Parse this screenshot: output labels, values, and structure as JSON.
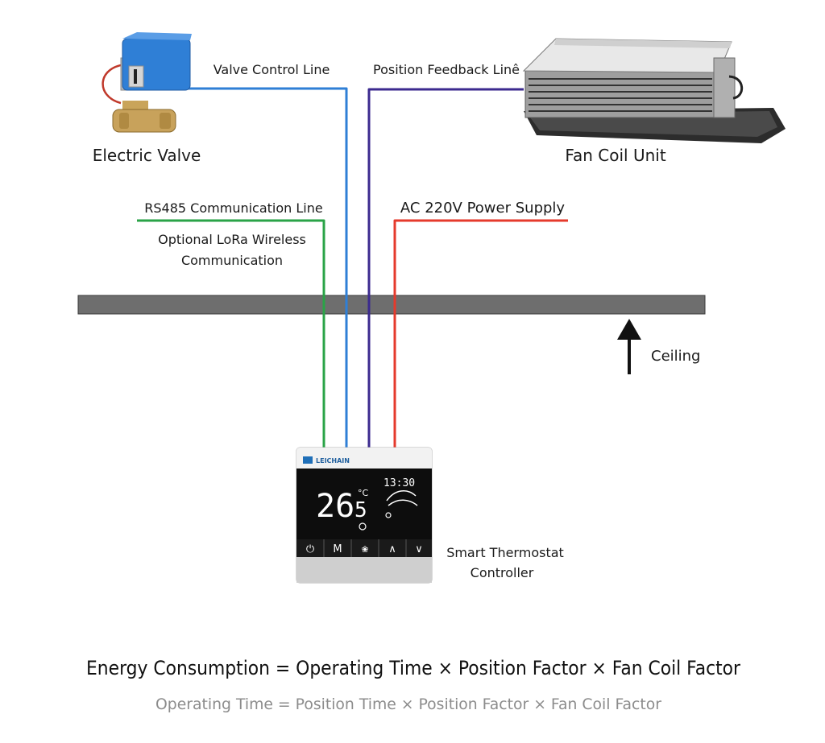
{
  "labels": {
    "electric_valve": "Electric Valve",
    "fan_coil_unit": "Fan Coil Unit",
    "valve_control_line": "Valve Control Line",
    "position_feedback_line": "Position Feedback Linê",
    "rs485_line": "RS485 Communication Line",
    "lora_line1": "Optional LoRa Wireless",
    "lora_line2": "Communication",
    "power_supply": "AC 220V Power Supply",
    "ceiling": "Ceiling",
    "thermostat_line1": "Smart Thermostat",
    "thermostat_line2": "Controller"
  },
  "thermostat": {
    "brand": "LEICHAIN",
    "temperature_int": "26",
    "temperature_dec": "5",
    "unit": "°C",
    "clock": "13:30",
    "buttons": [
      "⏻",
      "M",
      "❀",
      "∧",
      "∨"
    ]
  },
  "equations": {
    "main": "Energy Consumption = Operating Time × Position Factor × Fan Coil Factor",
    "sub": "Operating Time  = Position Time × Position Factor × Fan Coil Factor"
  },
  "colors": {
    "valve_control_line": "#2f7fd6",
    "position_feedback_line": "#3b2a8f",
    "rs485_line": "#2aa347",
    "power_supply_line": "#e53a2c",
    "ceiling": "#6e6e6e"
  }
}
